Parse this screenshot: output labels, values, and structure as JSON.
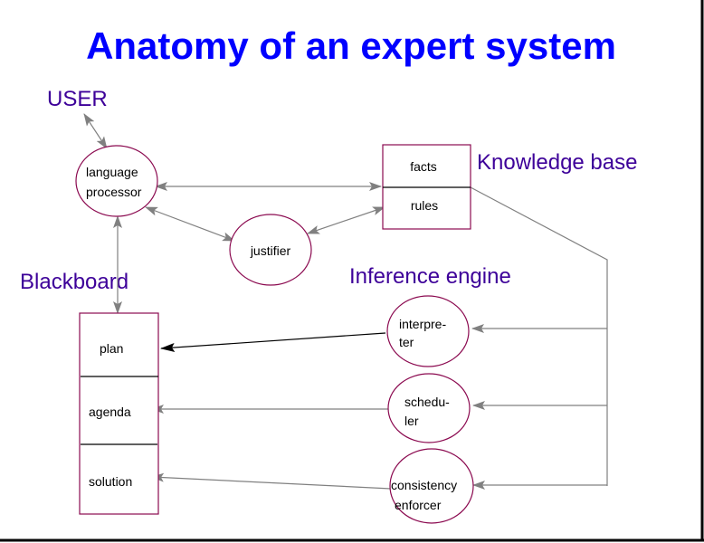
{
  "slide": {
    "title": "Anatomy of an expert system",
    "colors": {
      "title": "#0000ff",
      "section_label": "#3d0099",
      "node_outline": "#8b0a50",
      "arrow": "#808080",
      "plan_arrow": "#000000"
    }
  },
  "labels": {
    "user": "USER",
    "knowledge_base": "Knowledge base",
    "blackboard": "Blackboard",
    "inference_engine": "Inference engine"
  },
  "nodes": {
    "language_processor": {
      "line1": "language",
      "line2": "processor"
    },
    "justifier": {
      "line1": "justifier"
    },
    "knowledge_base": {
      "facts": "facts",
      "rules": "rules"
    },
    "blackboard": {
      "plan": "plan",
      "agenda": "agenda",
      "solution": "solution"
    },
    "interpreter": {
      "line1": "interpre-",
      "line2": "ter"
    },
    "scheduler": {
      "line1": "schedu-",
      "line2": "ler"
    },
    "consistency_enforcer": {
      "line1": "consistency",
      "line2": "enforcer"
    }
  },
  "edges": [
    {
      "from": "user",
      "to": "language_processor",
      "direction": "both"
    },
    {
      "from": "knowledge_base.facts",
      "to": "language_processor",
      "direction": "both"
    },
    {
      "from": "language_processor",
      "to": "justifier",
      "direction": "both"
    },
    {
      "from": "justifier",
      "to": "knowledge_base.rules",
      "direction": "both"
    },
    {
      "from": "language_processor",
      "to": "blackboard",
      "direction": "both"
    },
    {
      "from": "interpreter",
      "to": "blackboard.plan",
      "direction": "forward"
    },
    {
      "from": "scheduler",
      "to": "blackboard.agenda",
      "direction": "forward"
    },
    {
      "from": "consistency_enforcer",
      "to": "blackboard.solution",
      "direction": "forward"
    },
    {
      "from": "knowledge_base",
      "to": "interpreter",
      "direction": "forward"
    },
    {
      "from": "knowledge_base",
      "to": "scheduler",
      "direction": "forward"
    },
    {
      "from": "knowledge_base",
      "to": "consistency_enforcer",
      "direction": "forward"
    }
  ]
}
